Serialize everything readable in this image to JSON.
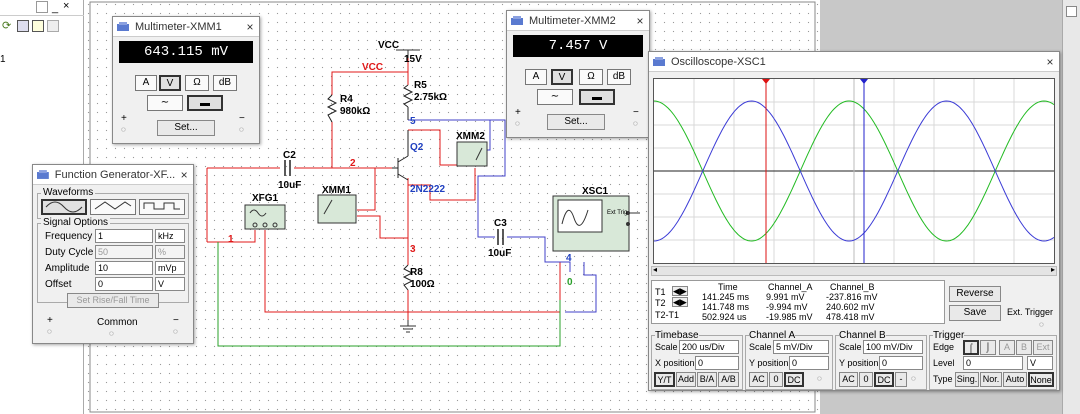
{
  "left_panel": {
    "page": "1"
  },
  "schematic": {
    "vcc_label": "VCC",
    "vcc_value": "15V",
    "vcc_node": "VCC",
    "r4": {
      "name": "R4",
      "value": "980kΩ"
    },
    "r5": {
      "name": "R5",
      "value": "2.75kΩ"
    },
    "r8": {
      "name": "R8",
      "value": "100Ω"
    },
    "c2": {
      "name": "C2",
      "value": "10uF"
    },
    "c3": {
      "name": "C3",
      "value": "10uF"
    },
    "q2": {
      "name": "Q2",
      "model": "2N2222"
    },
    "xfg1": "XFG1",
    "xmm1": "XMM1",
    "xmm2": "XMM2",
    "xsc1": "XSC1",
    "xsc1_ext": "Ext Trig",
    "nodes": [
      "1",
      "2",
      "3",
      "4",
      "5",
      "0"
    ]
  },
  "xmm1": {
    "title": "Multimeter-XMM1",
    "reading": "643.115 mV",
    "buttons": [
      "A",
      "V",
      "Ω",
      "dB"
    ],
    "selected": "V",
    "set_label": "Set...",
    "plus": "+",
    "minus": "−"
  },
  "xmm2": {
    "title": "Multimeter-XMM2",
    "reading": "7.457 V",
    "buttons": [
      "A",
      "V",
      "Ω",
      "dB"
    ],
    "selected": "V",
    "set_label": "Set...",
    "plus": "+",
    "minus": "−"
  },
  "fg": {
    "title": "Function Generator-XF...",
    "waveforms_label": "Waveforms",
    "signal_options_label": "Signal Options",
    "frequency": {
      "label": "Frequency",
      "value": "1",
      "unit": "kHz"
    },
    "duty": {
      "label": "Duty Cycle",
      "value": "50",
      "unit": "%"
    },
    "amplitude": {
      "label": "Amplitude",
      "value": "10",
      "unit": "mVp"
    },
    "offset": {
      "label": "Offset",
      "value": "0",
      "unit": "V"
    },
    "rise_fall": "Set Rise/Fall Time",
    "common": "Common",
    "plus": "+",
    "minus": "−"
  },
  "osc": {
    "title": "Oscilloscope-XSC1",
    "readout": {
      "headers": [
        "Time",
        "Channel_A",
        "Channel_B"
      ],
      "rows": [
        {
          "label": "T1",
          "time": "141.245 ms",
          "a": "9.991 mV",
          "b": "-237.816 mV"
        },
        {
          "label": "T2",
          "time": "141.748 ms",
          "a": "-9.994 mV",
          "b": "240.602 mV"
        },
        {
          "label": "T2-T1",
          "time": "502.924 us",
          "a": "-19.985 mV",
          "b": "478.418 mV"
        }
      ]
    },
    "reverse": "Reverse",
    "save": "Save",
    "ext_trigger": "Ext. Trigger",
    "timebase": {
      "title": "Timebase",
      "scale_label": "Scale",
      "scale": "200 us/Div",
      "xpos_label": "X position",
      "xpos": "0",
      "buttons": [
        "Y/T",
        "Add",
        "B/A",
        "A/B"
      ]
    },
    "channel_a": {
      "title": "Channel A",
      "scale_label": "Scale",
      "scale": "5 mV/Div",
      "ypos_label": "Y position",
      "ypos": "0",
      "buttons": [
        "AC",
        "0",
        "DC"
      ]
    },
    "channel_b": {
      "title": "Channel B",
      "scale_label": "Scale",
      "scale": "100 mV/Div",
      "ypos_label": "Y position",
      "ypos": "0",
      "buttons": [
        "AC",
        "0",
        "DC",
        "-"
      ]
    },
    "trigger": {
      "title": "Trigger",
      "edge_label": "Edge",
      "edge_buttons": [
        "A",
        "B",
        "Ext"
      ],
      "level_label": "Level",
      "level": "0",
      "level_unit": "V",
      "type_label": "Type",
      "types": [
        "Sing.",
        "Nor.",
        "Auto",
        "None"
      ]
    },
    "colors": {
      "channel_a": "#22bb22",
      "channel_b": "#3b3bd6",
      "cursor1": "#dd1111",
      "cursor2": "#2222cc"
    }
  }
}
